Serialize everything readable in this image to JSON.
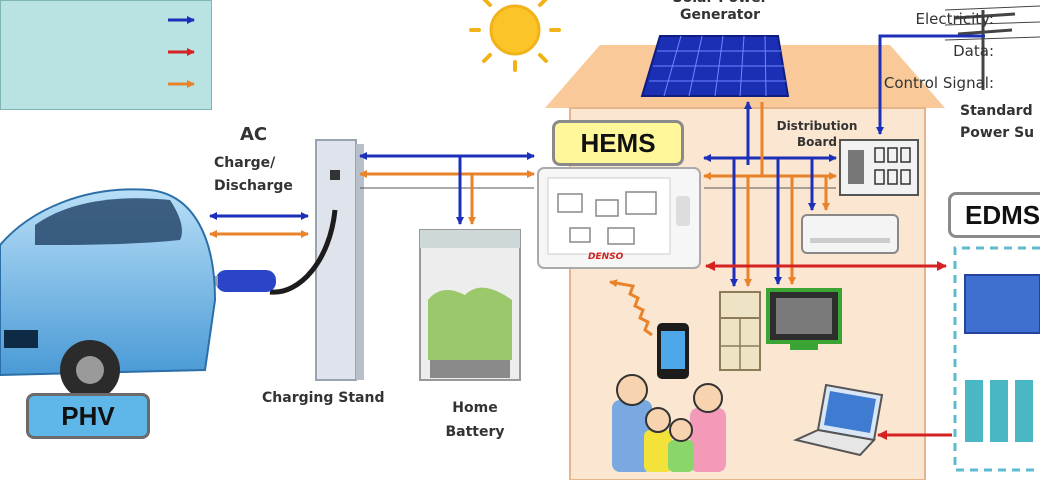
{
  "legend": {
    "items": [
      {
        "label": "Electricity:",
        "color": "#1b2fb8"
      },
      {
        "label": "Data:",
        "color": "#d42222"
      },
      {
        "label": "Control Signal:",
        "color": "#e8832a"
      }
    ]
  },
  "labels": {
    "solar": "Solar Power\nGenerator",
    "standard": "Standard\nPower Su",
    "ac": "AC",
    "charge": "Charge/\nDischarge",
    "hems": "HEMS",
    "distribution": "Distribution\nBoard",
    "edms": "EDMS",
    "phv": "PHV",
    "charging_stand": "Charging Stand",
    "home_battery": "Home\nBattery",
    "denso": "DENSO"
  },
  "colors": {
    "electricity": "#1b2fb8",
    "data": "#d42222",
    "control": "#e8832a",
    "roof": "#f9c99a",
    "wall": "#fbe6d2",
    "hems_badge": "#fff79a",
    "phv_badge": "#5fb6e8",
    "legend_bg": "#b9e3e3"
  }
}
